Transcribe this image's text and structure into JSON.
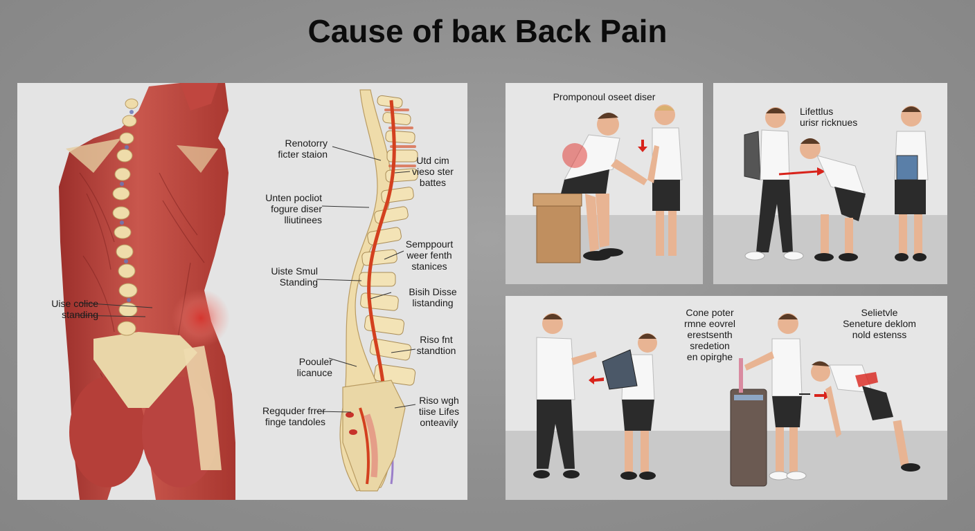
{
  "title": "Cause of baĸ Back Pain",
  "anatomy": {
    "labels": {
      "renotorry": "Renotorry\nficter staion",
      "unten": "Unten pocliot\nfogure diser\nlliutinees",
      "uiste": "Uiste Smul\nStanding",
      "poouler": "Poouler\nlicanuce",
      "regquder": "Regquder frrer\nfinge tandoles",
      "uisecolice": "Uise colice\nstanding",
      "utdcim": "Utd cim\nvieso ster\nbattes",
      "semppourt": "Semppourt\nweer fenth\nstanices",
      "bisih": "Bisih Disse\nlistanding",
      "risofnt": "Riso fnt\nstandtion",
      "risowgh": "Riso wgh\ntiise Lifes\nonteavily"
    }
  },
  "scenes": {
    "prom": "Promponoul oseet diser",
    "liftethus": "Lifettlus\nurisr ricknues",
    "cone": "Cone poter\nrmne eovrel\nerestsenth\nsredetion\nen opirghe",
    "selietvle": "Selietvle\nSeneture deklom\nnold estenss"
  },
  "colors": {
    "muscle": "#b8423c",
    "bone": "#efdcaa",
    "nerve": "#d3401f",
    "pain": "#e0302a",
    "shorts": "#2b2b2b",
    "skin": "#e8b493"
  }
}
